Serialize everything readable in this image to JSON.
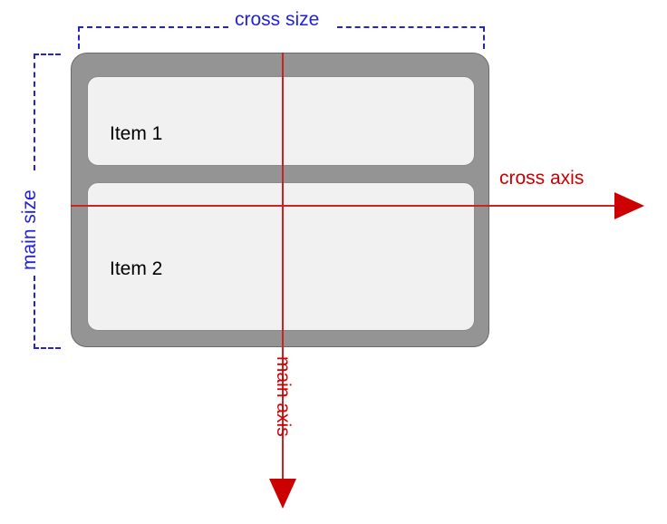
{
  "diagram": {
    "title": "flexbox main axis and cross axis for column direction",
    "container": {
      "name": "flex-container",
      "fill_color": "#949494",
      "border_color": "#6b6b6b"
    },
    "items": [
      {
        "label": "Item 1",
        "fill_color": "#f1f1f1",
        "border_color": "#8a8a8a"
      },
      {
        "label": "Item 2",
        "fill_color": "#f1f1f1",
        "border_color": "#8a8a8a"
      }
    ],
    "axes": {
      "color": "#cc0000",
      "cross_axis_label": "cross axis",
      "main_axis_label": "main axis",
      "cross_axis_direction": "right",
      "main_axis_direction": "down"
    },
    "measures": {
      "color": "#2222dd",
      "cross_size_label": "cross size",
      "main_size_label": "main size",
      "cross_size_orientation": "horizontal",
      "main_size_orientation": "vertical"
    }
  }
}
